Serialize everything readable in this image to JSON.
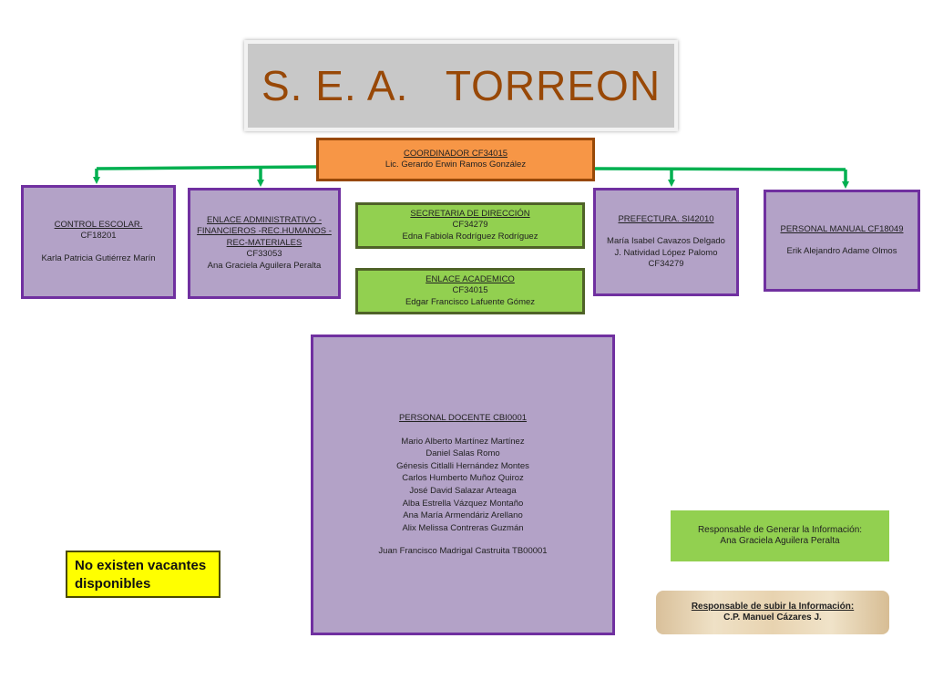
{
  "title": "S. E. A.   TORREON",
  "coordinador": {
    "line1": "COORDINADOR  CF34015",
    "line2": "Lic. Gerardo Erwin Ramos González"
  },
  "control_escolar": {
    "line1": "CONTROL  ESCOLAR.",
    "line2": "CF18201",
    "name": "Karla Patricia Gutiérrez Marín"
  },
  "enlace_administrativo": {
    "line1": "ENLACE ADMINISTRATIVO -",
    "line2": "FINANCIEROS -REC.HUMANOS -",
    "line3": "REC-MATERIALES",
    "code": "CF33053",
    "name": "Ana Graciela Aguilera Peralta"
  },
  "secretaria": {
    "line1": "SECRETARIA DE DIRECCIÓN",
    "line2": "CF34279",
    "name": "Edna Fabiola Rodríguez Rodríguez"
  },
  "enlace_academico": {
    "line1": "ENLACE ACADEMICO",
    "line2": "CF34015",
    "name": "Edgar Francisco Lafuente Gómez"
  },
  "prefectura": {
    "line1": "PREFECTURA.  SI42010",
    "name1": "María Isabel Cavazos Delgado",
    "name2": "J. Natividad López Palomo",
    "code": "CF34279"
  },
  "personal_manual": {
    "line1": "PERSONAL MANUAL  CF18049",
    "name": "Erik Alejandro Adame Olmos"
  },
  "personal_docente": {
    "heading": "PERSONAL DOCENTE  CBI0001",
    "teachers": [
      "Mario Alberto Martínez Martínez",
      "Daniel Salas Romo",
      "Génesis  Citlalli Hernández Montes",
      "Carlos Humberto Muñoz Quiroz",
      "José David Salazar Arteaga",
      "Alba Estrella Vázquez Montaño",
      "Ana María Armendáriz Arellano",
      "Alix Melissa  Contreras Guzmán"
    ],
    "extra": "Juan Francisco Madrigal Castruita  TB00001"
  },
  "vacantes": "No existen vacantes disponibles",
  "responsable_generar": {
    "line1": "Responsable de Generar la Información:",
    "line2": "Ana Graciela Aguilera Peralta"
  },
  "responsable_subir": {
    "line1": "Responsable de subir la Información:",
    "line2": "C.P. Manuel Cázares J."
  },
  "colors": {
    "title_text": "#984807",
    "title_bg": "#c8c8c8",
    "coordinador_bg": "#f79646",
    "purple_box": "#b3a2c7",
    "purple_border": "#7030a0",
    "green_box": "#92d050",
    "connector": "#00b050",
    "vacantes_bg": "#ffff00"
  }
}
